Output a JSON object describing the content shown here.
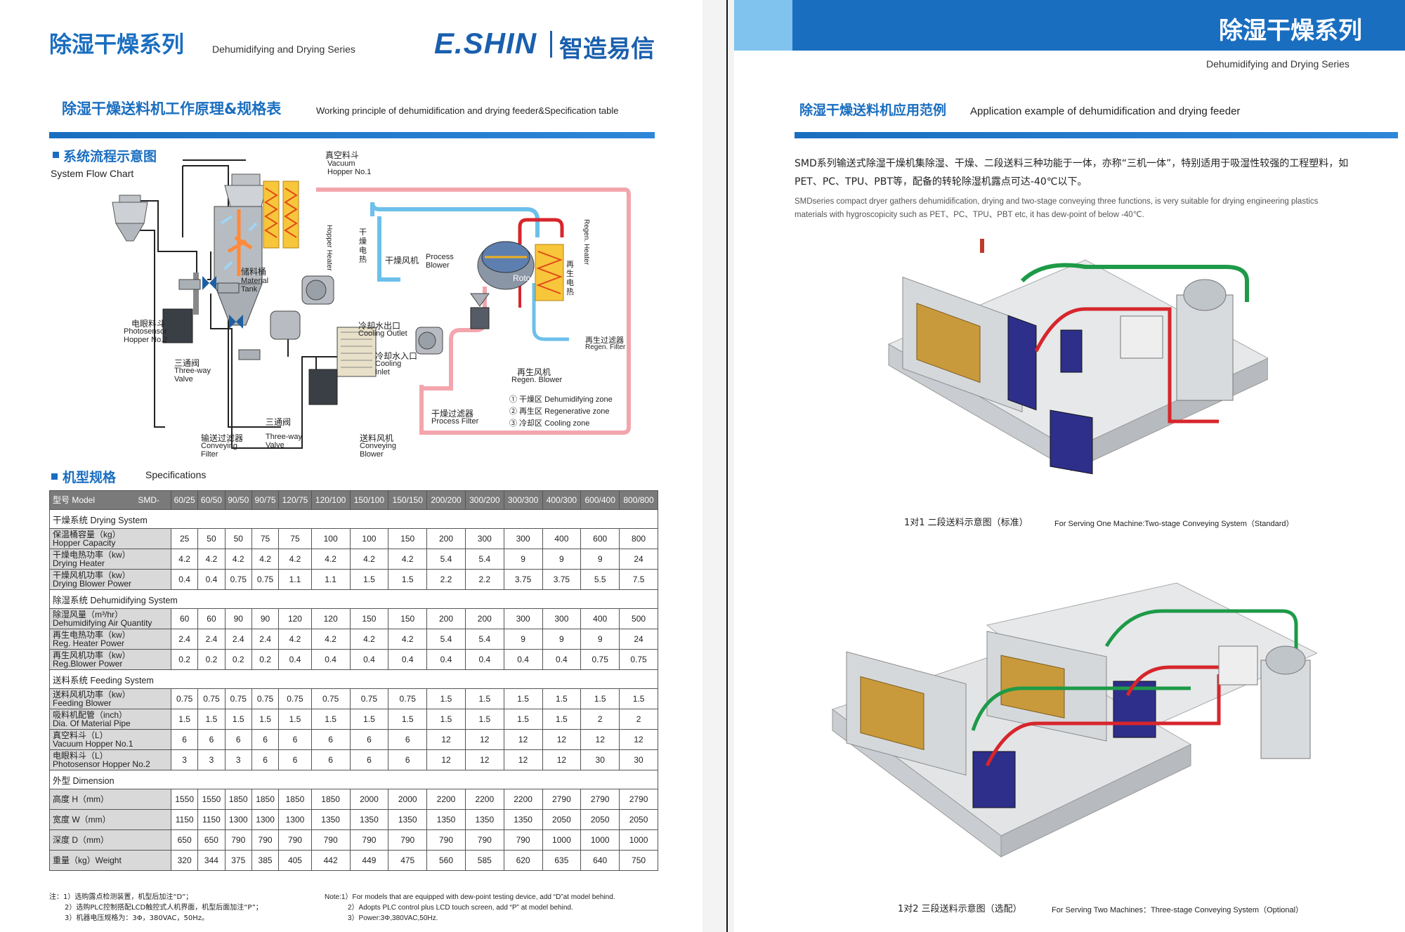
{
  "left": {
    "series_cn": "除湿干燥系列",
    "series_en": "Dehumidifying and Drying Series",
    "brand_en": "E.SHIN",
    "brand_cn": "智造易信",
    "section_title_cn": "除湿干燥送料机工作原理&规格表",
    "section_title_en": "Working principle of dehumidification and drying feeder&Specification table",
    "flow_title_cn": "系统流程示意图",
    "flow_title_en": "System Flow Chart",
    "diagram_labels": {
      "vacuum_hopper_cn": "真空料斗",
      "vacuum_hopper_en1": "Vacuum",
      "vacuum_hopper_en2": "Hopper No.1",
      "material_tank_cn": "储料桶",
      "material_tank_en1": "Material",
      "material_tank_en2": "Tank",
      "hopper_heater_en": "Hopper Heater",
      "drying_heater_cn": "干燥电热",
      "process_blower_cn": "干燥风机",
      "process_blower_en1": "Process",
      "process_blower_en2": "Blower",
      "rotor": "Rotor",
      "regen_heater_cn": "再生电热",
      "regen_heater_en": "Regen. Heater",
      "photosensor_cn": "电眼料斗",
      "photosensor_en1": "Photosensor",
      "photosensor_en2": "Hopper No.2",
      "three_way_cn": "三通阀",
      "three_way_en1": "Three-way",
      "three_way_en2": "Valve",
      "cooling_outlet_cn": "冷却水出口",
      "cooling_outlet_en": "Cooling Outlet",
      "cooling_inlet_cn": "冷却水入口",
      "cooling_inlet_en1": "Cooling",
      "cooling_inlet_en2": "Inlet",
      "regen_filter_cn": "再生过滤器",
      "regen_filter_en": "Regen. Filter",
      "regen_blower_cn": "再生风机",
      "regen_blower_en": "Regen. Blower",
      "conveying_filter_cn": "输送过滤器",
      "conveying_filter_en1": "Conveying",
      "conveying_filter_en2": "Filter",
      "three_way2_cn": "三通阀",
      "three_way2_en1": "Three-way",
      "three_way2_en2": "Valve",
      "process_filter_cn": "干燥过滤器",
      "process_filter_en": "Process Filter",
      "conveying_blower_cn": "送料风机",
      "conveying_blower_en1": "Conveying",
      "conveying_blower_en2": "Blower",
      "zone1": "① 干燥区 Dehumidifying zone",
      "zone2": "② 再生区 Regenerative zone",
      "zone3": "③ 冷却区 Cooling zone"
    },
    "spec_title_cn": "机型规格",
    "spec_title_en": "Specifications",
    "table": {
      "header_label": "型号 Model",
      "header_prefix": "SMD-",
      "models": [
        "60/25",
        "60/50",
        "90/50",
        "90/75",
        "120/75",
        "120/100",
        "150/100",
        "150/150",
        "200/200",
        "300/200",
        "300/300",
        "400/300",
        "600/400",
        "800/800"
      ],
      "sections": [
        {
          "title": "干燥系统   Drying System",
          "rows": [
            {
              "cn": "保温桶容量（kg）",
              "en": "Hopper Capacity",
              "values": [
                "25",
                "50",
                "50",
                "75",
                "75",
                "100",
                "100",
                "150",
                "200",
                "300",
                "300",
                "400",
                "600",
                "800"
              ]
            },
            {
              "cn": "干燥电热功率（kw）",
              "en": "Drying Heater",
              "values": [
                "4.2",
                "4.2",
                "4.2",
                "4.2",
                "4.2",
                "4.2",
                "4.2",
                "4.2",
                "5.4",
                "5.4",
                "9",
                "9",
                "9",
                "24"
              ]
            },
            {
              "cn": "干燥风机功率（kw）",
              "en": "Drying Blower Power",
              "values": [
                "0.4",
                "0.4",
                "0.75",
                "0.75",
                "1.1",
                "1.1",
                "1.5",
                "1.5",
                "2.2",
                "2.2",
                "3.75",
                "3.75",
                "5.5",
                "7.5"
              ]
            }
          ]
        },
        {
          "title": "除湿系统   Dehumidifying System",
          "rows": [
            {
              "cn": "除湿风量（m³/hr）",
              "en": "Dehumidifying Air Quantity",
              "values": [
                "60",
                "60",
                "90",
                "90",
                "120",
                "120",
                "150",
                "150",
                "200",
                "200",
                "300",
                "300",
                "400",
                "500"
              ]
            },
            {
              "cn": "再生电热功率（kw）",
              "en": "Reg. Heater Power",
              "values": [
                "2.4",
                "2.4",
                "2.4",
                "2.4",
                "4.2",
                "4.2",
                "4.2",
                "4.2",
                "5.4",
                "5.4",
                "9",
                "9",
                "9",
                "24"
              ]
            },
            {
              "cn": "再生风机功率（kw）",
              "en": "Reg.Blower Power",
              "values": [
                "0.2",
                "0.2",
                "0.2",
                "0.2",
                "0.4",
                "0.4",
                "0.4",
                "0.4",
                "0.4",
                "0.4",
                "0.4",
                "0.4",
                "0.75",
                "0.75"
              ]
            }
          ]
        },
        {
          "title": "送料系统   Feeding  System",
          "rows": [
            {
              "cn": "送料风机功率（kw）",
              "en": "Feeding Blower",
              "values": [
                "0.75",
                "0.75",
                "0.75",
                "0.75",
                "0.75",
                "0.75",
                "0.75",
                "0.75",
                "1.5",
                "1.5",
                "1.5",
                "1.5",
                "1.5",
                "1.5"
              ]
            },
            {
              "cn": "吸料机配管（inch）",
              "en": "Dia. Of Material Pipe",
              "values": [
                "1.5",
                "1.5",
                "1.5",
                "1.5",
                "1.5",
                "1.5",
                "1.5",
                "1.5",
                "1.5",
                "1.5",
                "1.5",
                "1.5",
                "2",
                "2"
              ]
            },
            {
              "cn": "真空料斗（L）",
              "en": "Vacuum Hopper No.1",
              "values": [
                "6",
                "6",
                "6",
                "6",
                "6",
                "6",
                "6",
                "6",
                "12",
                "12",
                "12",
                "12",
                "12",
                "12"
              ]
            },
            {
              "cn": "电眼料斗（L）",
              "en": "Photosensor Hopper No.2",
              "values": [
                "3",
                "3",
                "3",
                "6",
                "6",
                "6",
                "6",
                "6",
                "12",
                "12",
                "12",
                "12",
                "30",
                "30"
              ]
            }
          ]
        },
        {
          "title": "外型   Dimension",
          "rows": [
            {
              "cn": "高度 H（mm）",
              "en": "",
              "values": [
                "1550",
                "1550",
                "1850",
                "1850",
                "1850",
                "1850",
                "2000",
                "2000",
                "2200",
                "2200",
                "2200",
                "2790",
                "2790",
                "2790"
              ]
            },
            {
              "cn": "宽度 W（mm）",
              "en": "",
              "values": [
                "1150",
                "1150",
                "1300",
                "1300",
                "1300",
                "1350",
                "1350",
                "1350",
                "1350",
                "1350",
                "1350",
                "2050",
                "2050",
                "2050"
              ]
            },
            {
              "cn": "深度 D（mm）",
              "en": "",
              "values": [
                "650",
                "650",
                "790",
                "790",
                "790",
                "790",
                "790",
                "790",
                "790",
                "790",
                "790",
                "1000",
                "1000",
                "1000"
              ]
            },
            {
              "cn": "重量（kg）Weight",
              "en": "",
              "values": [
                "320",
                "344",
                "375",
                "385",
                "405",
                "442",
                "449",
                "475",
                "560",
                "585",
                "620",
                "635",
                "640",
                "750"
              ]
            }
          ]
        }
      ]
    },
    "notes_cn": [
      "注：1）选购露点检测装置，机型后加注“D”；",
      "2）选购PLC控制搭配LCD触控式人机界面，机型后面加注“P”；",
      "3）机器电压规格为：3Φ，380VAC，50Hz。"
    ],
    "notes_en": [
      "Note:1）For models that are equipped with dew-point testing device, add “D”at model behind.",
      "2）Adopts PLC control plus LCD touch screen, add “P” at model behind.",
      "3）Power:3Φ,380VAC,50Hz."
    ]
  },
  "right": {
    "series_cn": "除湿干燥系列",
    "series_en": "Dehumidifying and Drying Series",
    "section_title_cn": "除湿干燥送料机应用范例",
    "section_title_en": "Application example of dehumidification and drying feeder",
    "desc_cn_1": "SMD系列输送式除湿干燥机集除湿、干燥、二段送料三种功能于一体，亦称“三机一体”，特别适用于吸湿性较强的工程塑料，如",
    "desc_cn_2": "PET、PC、TPU、PBT等，配备的转轮除湿机露点可达-40℃以下。",
    "desc_en_1": "SMDseries compact dryer gathers dehumidification, drying and two-stage conveying three functions, is very suitable for drying engineering plastics",
    "desc_en_2": "materials with hygroscopicity such as PET、PC、TPU、PBT etc, it has dew-point of below -40℃.",
    "caption1_cn": "1对1   二段送料示意图（标准）",
    "caption1_en": "For Serving One Machine:Two-stage Conveying System（Standard）",
    "caption2_cn": "1对2   三段送料示意图（选配）",
    "caption2_en": "For Serving Two  Machines：Three-stage Conveying System（Optional）"
  },
  "colors": {
    "brand_blue": "#1a6ec0",
    "light_blue": "#7fc3ee",
    "pipe_pink": "#f3a5ad",
    "pipe_blue": "#6cc0ea",
    "pipe_red": "#d6262c",
    "pipe_green": "#1e9a48"
  }
}
